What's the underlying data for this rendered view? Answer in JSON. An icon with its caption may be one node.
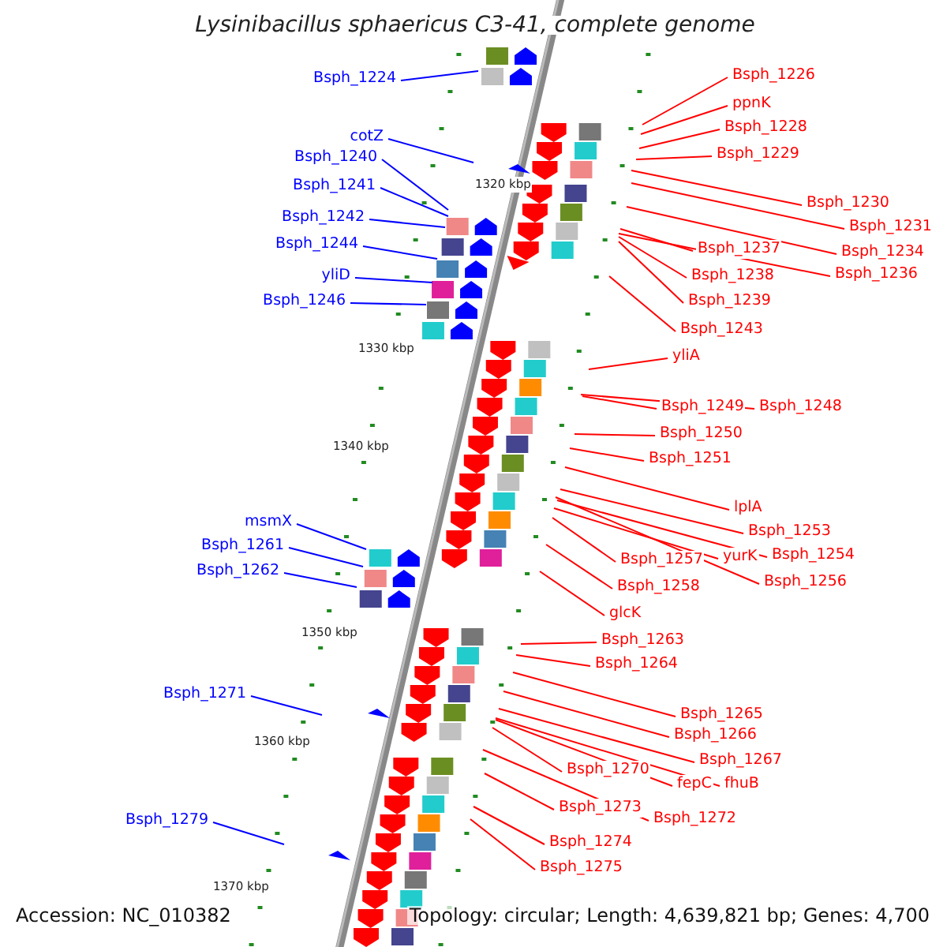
{
  "diagram": {
    "title": "Lysinibacillus sphaericus C3-41, complete genome",
    "nodes": [
      {
        "text": [
          "Bsph_1226"
        ]
      },
      {
        "text": [
          "Bsph_1224"
        ]
      },
      {
        "text": [
          "ppnK"
        ]
      },
      {
        "text": [
          "Bsph_1228"
        ]
      },
      {
        "text": [
          "cotZ"
        ]
      },
      {
        "text": [
          "Bsph_1229"
        ]
      },
      {
        "text": [
          "Bsph_1240"
        ]
      },
      {
        "text": [
          "Bsph_1241"
        ]
      },
      {
        "text": [
          "Bsph_1230"
        ]
      },
      {
        "text": [
          "Bsph_1242"
        ]
      },
      {
        "text": [
          "Bsph_1231"
        ]
      },
      {
        "text": [
          "Bsph_1244"
        ]
      },
      {
        "text": [
          "Bsph_1237"
        ]
      },
      {
        "text": [
          "Bsph_1234"
        ]
      },
      {
        "text": [
          "Bsph_1236"
        ]
      },
      {
        "text": [
          "yliD"
        ]
      },
      {
        "text": [
          "Bsph_1238"
        ]
      },
      {
        "text": [
          "Bsph_1239"
        ]
      },
      {
        "text": [
          "Bsph_1246"
        ]
      },
      {
        "text": [
          "Bsph_1243"
        ]
      },
      {
        "text": [
          "yliA"
        ]
      },
      {
        "text": [
          "Bsph_1249"
        ]
      },
      {
        "text": [
          "Bsph_1248"
        ]
      },
      {
        "text": [
          "Bsph_1250"
        ]
      },
      {
        "text": [
          "Bsph_1251"
        ]
      },
      {
        "text": [
          "lplA"
        ]
      },
      {
        "text": [
          "msmX"
        ]
      },
      {
        "text": [
          "Bsph_1253"
        ]
      },
      {
        "text": [
          "Bsph_1261"
        ]
      },
      {
        "text": [
          "Bsph_1254"
        ]
      },
      {
        "text": [
          "yurK"
        ]
      },
      {
        "text": [
          "Bsph_1257"
        ]
      },
      {
        "text": [
          "Bsph_1262"
        ]
      },
      {
        "text": [
          "Bsph_1256"
        ]
      },
      {
        "text": [
          "Bsph_1258"
        ]
      },
      {
        "text": [
          "glcK"
        ]
      },
      {
        "text": [
          "Bsph_1263"
        ]
      },
      {
        "text": [
          "Bsph_1264"
        ]
      },
      {
        "text": [
          "Bsph_1271"
        ]
      },
      {
        "text": [
          "Bsph_1265"
        ]
      },
      {
        "text": [
          "Bsph_1266"
        ]
      },
      {
        "text": [
          "Bsph_1267"
        ]
      },
      {
        "text": [
          "Bsph_1270"
        ]
      },
      {
        "text": [
          "fepC"
        ]
      },
      {
        "text": [
          "fhuB"
        ]
      },
      {
        "text": [
          "Bsph_1273"
        ]
      },
      {
        "text": [
          "Bsph_1272"
        ]
      },
      {
        "text": [
          "Bsph_1279"
        ]
      },
      {
        "text": [
          "Bsph_1274"
        ]
      },
      {
        "text": [
          "Bsph_1275"
        ]
      }
    ],
    "edges": [
      {
        "from": 0,
        "to": null,
        "arrow": "none"
      },
      {
        "from": 1,
        "to": null,
        "arrow": "none",
        "color": "#0000ff"
      },
      {
        "from": 2,
        "to": null,
        "arrow": "none"
      },
      {
        "from": 3,
        "to": null,
        "arrow": "none"
      },
      {
        "from": 4,
        "to": null,
        "arrow": "none",
        "color": "#0000ff"
      },
      {
        "from": 5,
        "to": null,
        "arrow": "none"
      },
      {
        "from": 6,
        "to": null,
        "arrow": "none",
        "color": "#0000ff"
      },
      {
        "from": 7,
        "to": null,
        "arrow": "none",
        "color": "#0000ff"
      },
      {
        "from": 8,
        "to": null,
        "arrow": "none"
      },
      {
        "from": 9,
        "to": null,
        "arrow": "none",
        "color": "#0000ff"
      },
      {
        "from": 10,
        "to": null,
        "arrow": "none"
      },
      {
        "from": 11,
        "to": null,
        "arrow": "none",
        "color": "#0000ff"
      },
      {
        "from": 12,
        "to": null,
        "arrow": "none"
      },
      {
        "from": 13,
        "to": null,
        "arrow": "none"
      },
      {
        "from": 14,
        "to": null,
        "arrow": "none"
      },
      {
        "from": 15,
        "to": null,
        "arrow": "none",
        "color": "#0000ff"
      },
      {
        "from": 16,
        "to": null,
        "arrow": "none"
      },
      {
        "from": 17,
        "to": null,
        "arrow": "none"
      },
      {
        "from": 18,
        "to": null,
        "arrow": "none",
        "color": "#0000ff"
      },
      {
        "from": 19,
        "to": null,
        "arrow": "none"
      },
      {
        "from": 20,
        "to": null,
        "arrow": "none"
      },
      {
        "from": 21,
        "to": null,
        "arrow": "none"
      },
      {
        "from": 22,
        "to": null,
        "arrow": "none"
      },
      {
        "from": 23,
        "to": null,
        "arrow": "none"
      },
      {
        "from": 24,
        "to": null,
        "arrow": "none"
      },
      {
        "from": 25,
        "to": null,
        "arrow": "none"
      },
      {
        "from": 26,
        "to": null,
        "arrow": "none",
        "color": "#0000ff"
      },
      {
        "from": 27,
        "to": null,
        "arrow": "none"
      },
      {
        "from": 28,
        "to": null,
        "arrow": "none",
        "color": "#0000ff"
      },
      {
        "from": 29,
        "to": null,
        "arrow": "none"
      },
      {
        "from": 30,
        "to": null,
        "arrow": "none"
      },
      {
        "from": 31,
        "to": null,
        "arrow": "none"
      },
      {
        "from": 32,
        "to": null,
        "arrow": "none",
        "color": "#0000ff"
      },
      {
        "from": 33,
        "to": null,
        "arrow": "none"
      },
      {
        "from": 34,
        "to": null,
        "arrow": "none"
      },
      {
        "from": 35,
        "to": null,
        "arrow": "none"
      },
      {
        "from": 36,
        "to": null,
        "arrow": "none"
      },
      {
        "from": 37,
        "to": null,
        "arrow": "none"
      },
      {
        "from": 38,
        "to": null,
        "arrow": "none",
        "color": "#0000ff"
      },
      {
        "from": 39,
        "to": null,
        "arrow": "none"
      },
      {
        "from": 40,
        "to": null,
        "arrow": "none"
      },
      {
        "from": 41,
        "to": null,
        "arrow": "none"
      },
      {
        "from": 42,
        "to": null,
        "arrow": "none"
      },
      {
        "from": 43,
        "to": null,
        "arrow": "none"
      },
      {
        "from": 44,
        "to": null,
        "arrow": "none"
      },
      {
        "from": 45,
        "to": null,
        "arrow": "none"
      },
      {
        "from": 46,
        "to": null,
        "arrow": "none"
      },
      {
        "from": 47,
        "to": null,
        "arrow": "none",
        "color": "#0000ff"
      },
      {
        "from": 48,
        "to": null,
        "arrow": "none"
      },
      {
        "from": 49,
        "to": null,
        "arrow": "none"
      }
    ],
    "labels": [
      "1320 kbp",
      "1330 kbp",
      "1340 kbp",
      "1350 kbp",
      "1360 kbp",
      "1370 kbp",
      "Accession: NC_010382",
      "Topology: circular; Length: 4,639,821 bp; Genes: 4,700"
    ]
  }
}
